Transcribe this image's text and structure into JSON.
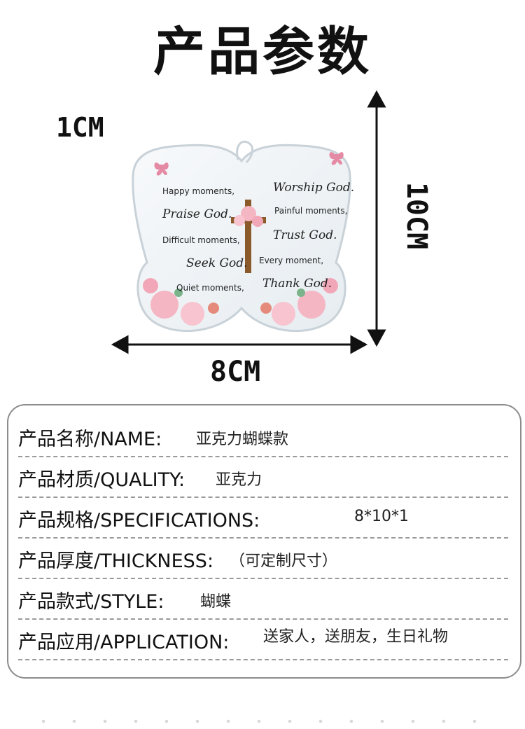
{
  "page": {
    "title": "产品参数"
  },
  "dimensions": {
    "thickness_label": "1CM",
    "height_label": "10CM",
    "width_label": "8CM"
  },
  "product": {
    "lines_left": [
      "Happy moments,",
      "Difficult moments,",
      "Quiet moments,"
    ],
    "script_left": [
      "Praise God.",
      "Seek God."
    ],
    "lines_right": [
      "Painful moments,",
      "Every moment,"
    ],
    "script_right": [
      "Worship God.",
      "Trust God.",
      "Thank God."
    ]
  },
  "specs": [
    {
      "label": "产品名称/NAME:",
      "value": "亚克力蝴蝶款"
    },
    {
      "label": "产品材质/QUALITY:",
      "value": "亚克力"
    },
    {
      "label": "产品规格/SPECIFICATIONS:",
      "value": "8*10*1"
    },
    {
      "label": "产品厚度/THICKNESS:",
      "value": "（可定制尺寸）"
    },
    {
      "label": "产品款式/STYLE:",
      "value": "蝴蝶"
    },
    {
      "label": "产品应用/APPLICATION:",
      "value": "送家人，送朋友，生日礼物"
    }
  ],
  "colors": {
    "accent_pink": "#f2a7b8",
    "cross_brown": "#8a5a2b",
    "border_gray": "#8c8c8c"
  }
}
